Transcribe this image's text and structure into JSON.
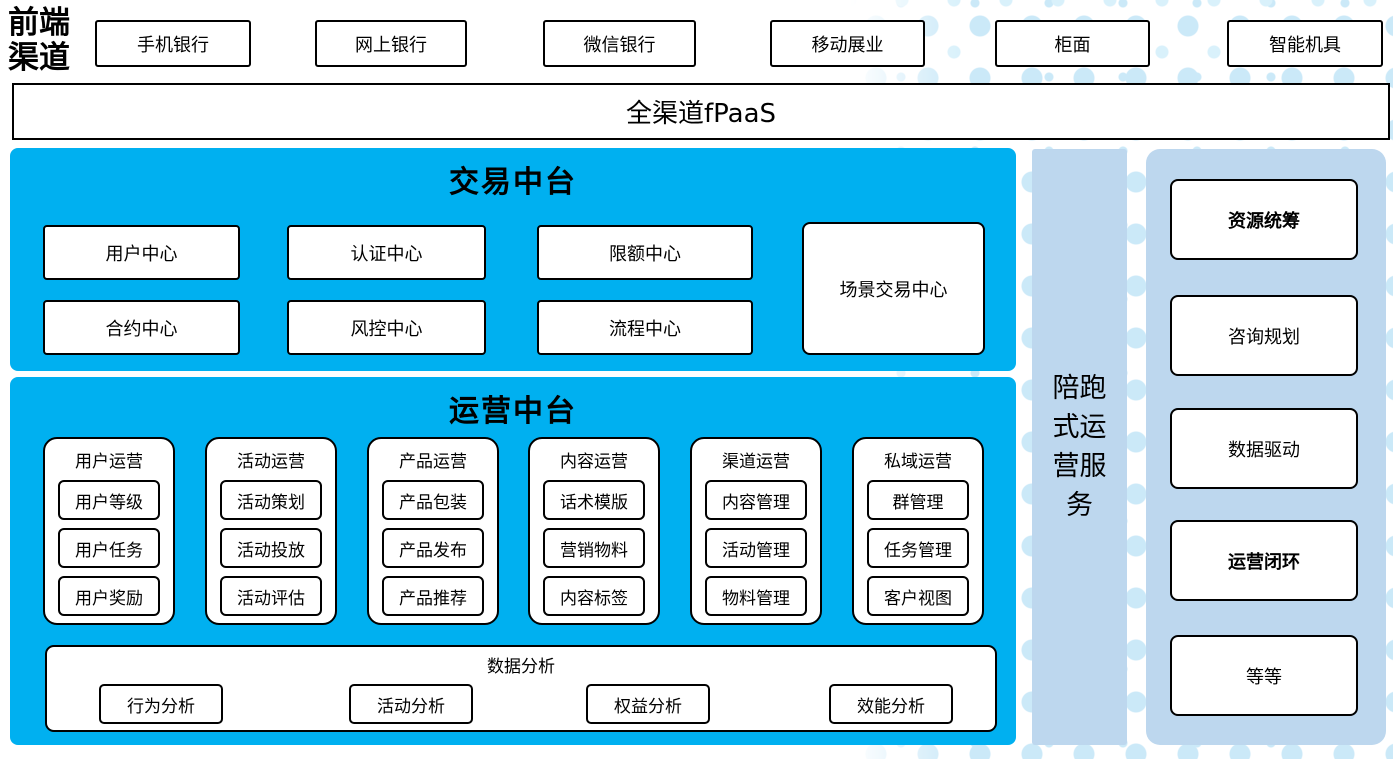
{
  "front_channels": {
    "label": "前端渠道",
    "items": [
      "手机银行",
      "网上银行",
      "微信银行",
      "移动展业",
      "柜面",
      "智能机具"
    ]
  },
  "fpaas": {
    "label": "全渠道fPaaS"
  },
  "trade_platform": {
    "title": "交易中台",
    "row1": [
      "用户中心",
      "认证中心",
      "限额中心"
    ],
    "row2": [
      "合约中心",
      "风控中心",
      "流程中心"
    ],
    "tall_box": "场景交易中心"
  },
  "operation_platform": {
    "title": "运营中台",
    "groups": [
      {
        "title": "用户运营",
        "items": [
          "用户等级",
          "用户任务",
          "用户奖励"
        ]
      },
      {
        "title": "活动运营",
        "items": [
          "活动策划",
          "活动投放",
          "活动评估"
        ]
      },
      {
        "title": "产品运营",
        "items": [
          "产品包装",
          "产品发布",
          "产品推荐"
        ]
      },
      {
        "title": "内容运营",
        "items": [
          "话术模版",
          "营销物料",
          "内容标签"
        ]
      },
      {
        "title": "渠道运营",
        "items": [
          "内容管理",
          "活动管理",
          "物料管理"
        ]
      },
      {
        "title": "私域运营",
        "items": [
          "群管理",
          "任务管理",
          "客户视图"
        ]
      }
    ],
    "data_analysis": {
      "title": "数据分析",
      "items": [
        "行为分析",
        "活动分析",
        "权益分析",
        "效能分析"
      ]
    }
  },
  "side_bar": {
    "label": "陪跑式运营服务"
  },
  "right_panel": {
    "items": [
      "资源统筹",
      "咨询规划",
      "数据驱动",
      "运营闭环",
      "等等"
    ]
  },
  "colors": {
    "platform_blue": "#00B0F0",
    "panel_light_blue": "#BDD7EE",
    "dot_pattern_blue": "#CBE9F8"
  }
}
